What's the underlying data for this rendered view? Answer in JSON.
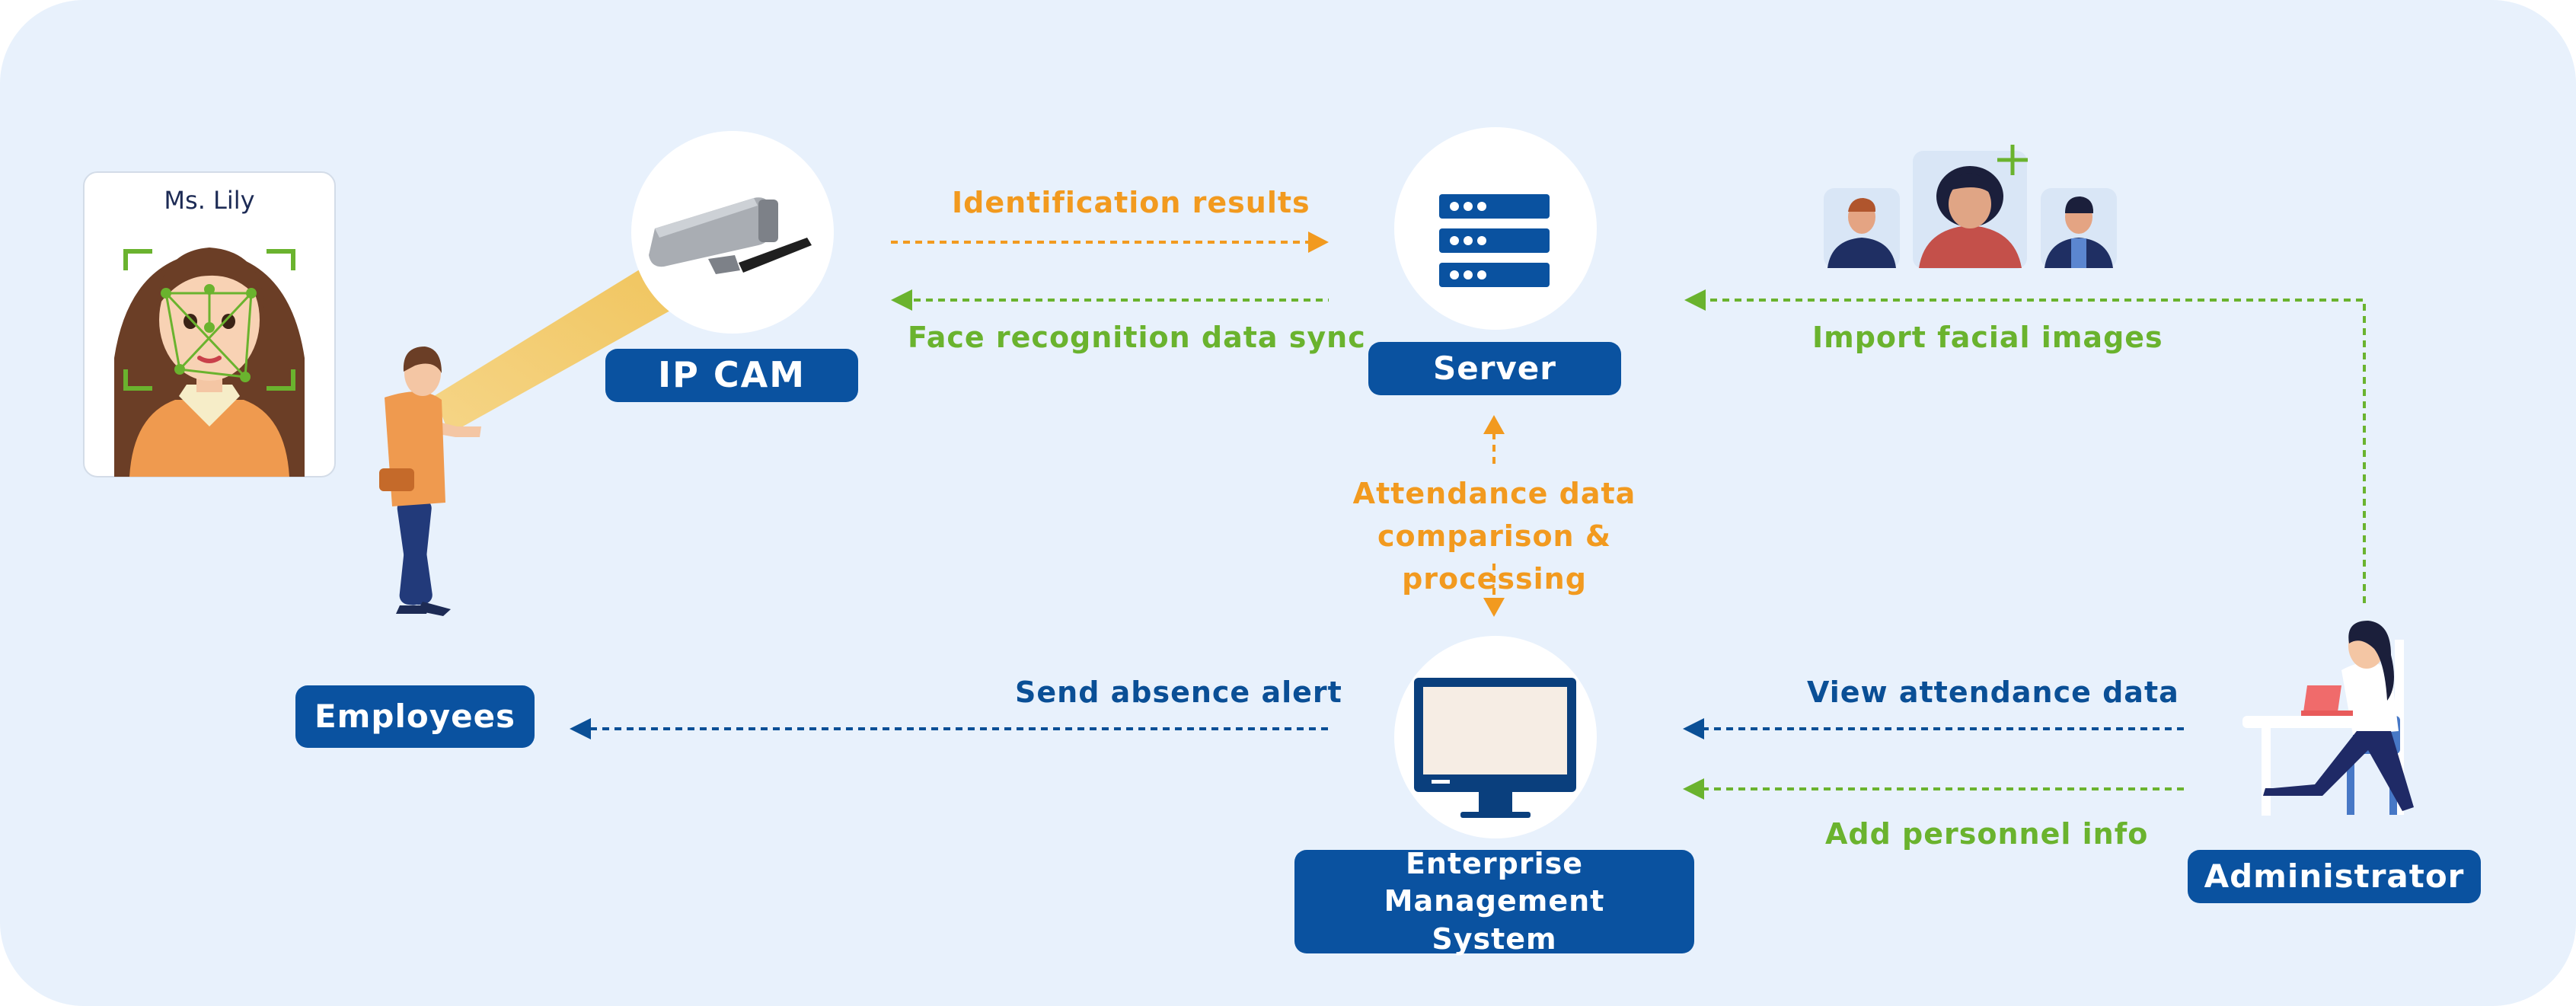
{
  "diagram": {
    "nodes": {
      "employee_card_name": "Ms. Lily",
      "ip_cam": "IP CAM",
      "server": "Server",
      "employees": "Employees",
      "ems": "Enterprise Management System",
      "administrator": "Administrator"
    },
    "edges": {
      "identification_results": "Identification results",
      "face_sync": "Face recognition data sync",
      "import_facial": "Import facial images",
      "attendance_processing": "Attendance data comparison & processing",
      "absence_alert": "Send absence alert",
      "view_attendance": "View attendance data",
      "add_personnel": "Add personnel info"
    },
    "icons": {
      "camera": "security-camera-icon",
      "server": "server-icon",
      "monitor": "monitor-icon",
      "faces": "facial-images-icon",
      "add": "plus-icon"
    },
    "colors": {
      "background": "#e8f1fc",
      "box": "#0a52a0",
      "orange": "#f29a1f",
      "green": "#6ab32e",
      "blue": "#0a4f96"
    }
  }
}
